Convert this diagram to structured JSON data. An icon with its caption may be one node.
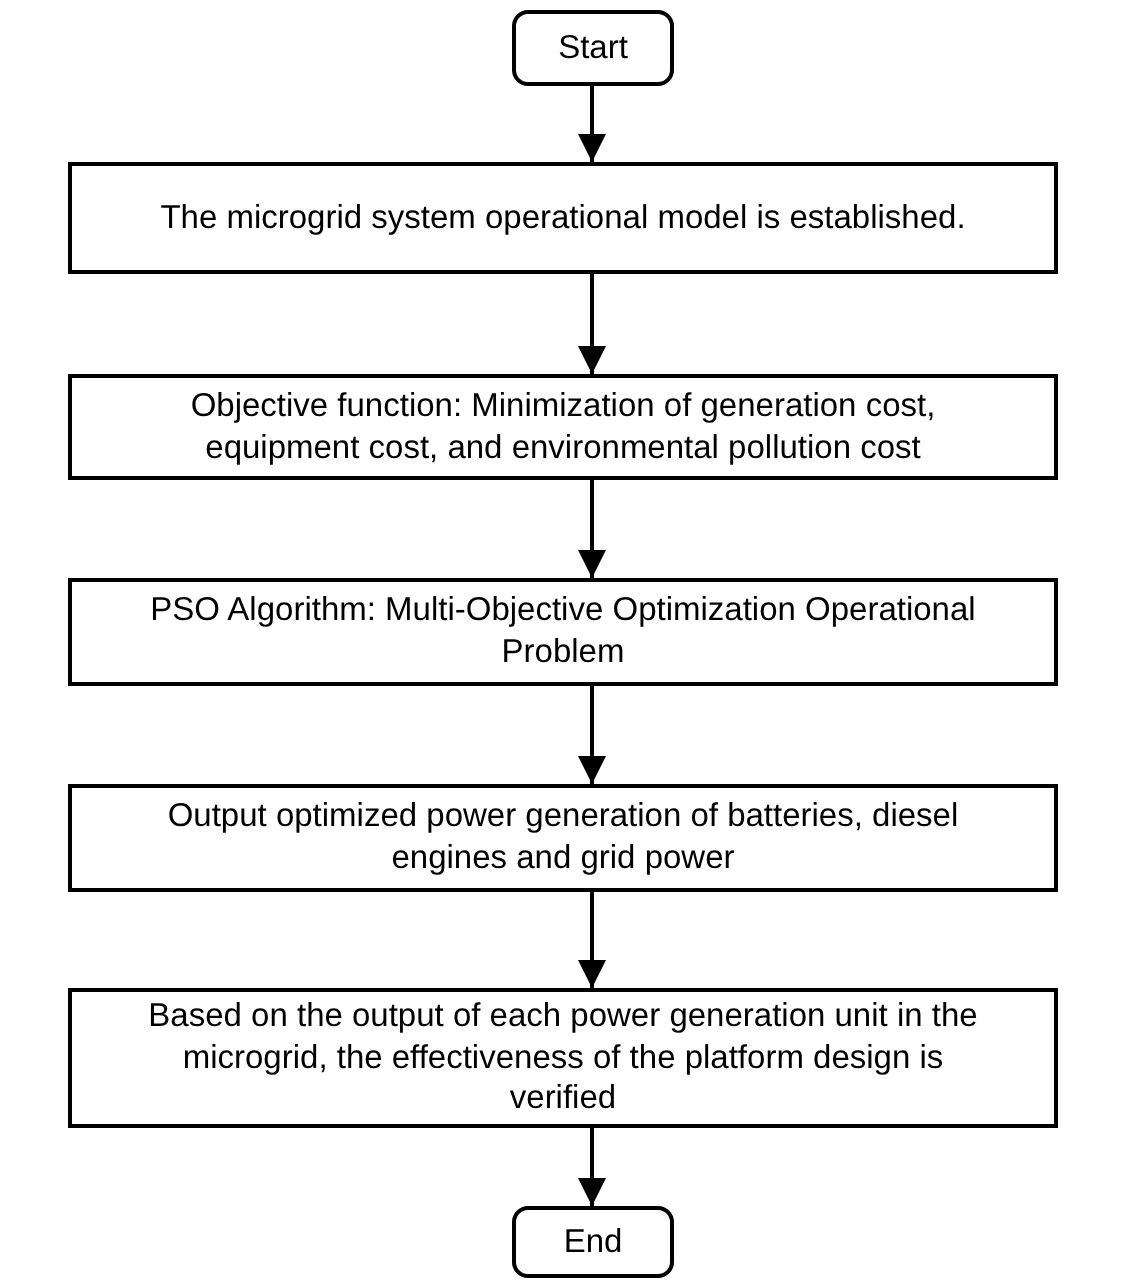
{
  "diagram": {
    "nodes": [
      {
        "text": [
          "Start"
        ]
      },
      {
        "text": [
          "The microgrid system operational model is established."
        ]
      },
      {
        "text": [
          "Objective function: Minimization of generation cost, equipment cost, and environmental pollution cost"
        ]
      },
      {
        "text": [
          "PSO Algorithm: Multi-Objective Optimization Operational Problem"
        ]
      },
      {
        "text": [
          "Output optimized power generation of batteries, diesel engines and grid power"
        ]
      },
      {
        "text": [
          "Based on the output of each power generation unit in the microgrid, the effectiveness of the platform design is verified"
        ]
      },
      {
        "text": [
          "End"
        ]
      }
    ],
    "edges": [
      {
        "from": 0,
        "to": 1,
        "arrow": "to"
      },
      {
        "from": 1,
        "to": 2,
        "arrow": "to"
      },
      {
        "from": 2,
        "to": 3,
        "arrow": "to"
      },
      {
        "from": 3,
        "to": 4,
        "arrow": "to"
      },
      {
        "from": 4,
        "to": 5,
        "arrow": "to"
      },
      {
        "from": 5,
        "to": 6,
        "arrow": "to"
      }
    ]
  }
}
